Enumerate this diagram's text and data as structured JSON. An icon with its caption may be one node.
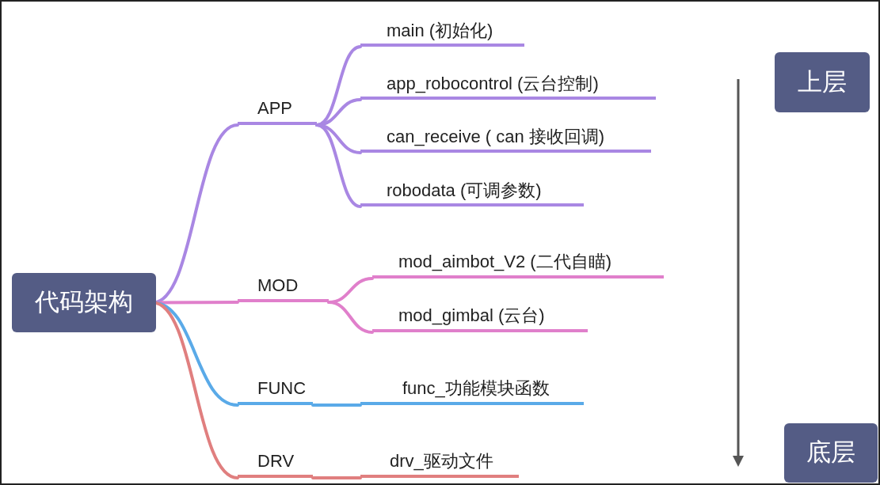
{
  "diagram": {
    "nodes": [
      {
        "text": [
          "代码架构"
        ]
      },
      {
        "text": [
          "APP"
        ]
      },
      {
        "text": [
          "main (初始化)"
        ]
      },
      {
        "text": [
          "app_robocontrol (云台控制)"
        ]
      },
      {
        "text": [
          "can_receive ( can 接收回调)"
        ]
      },
      {
        "text": [
          "robodata (可调参数)"
        ]
      },
      {
        "text": [
          "MOD"
        ]
      },
      {
        "text": [
          "mod_aimbot_V2 (二代自瞄)"
        ]
      },
      {
        "text": [
          "mod_gimbal (云台)"
        ]
      },
      {
        "text": [
          "FUNC"
        ]
      },
      {
        "text": [
          "func_功能模块函数"
        ]
      },
      {
        "text": [
          "DRV"
        ]
      },
      {
        "text": [
          "drv_驱动文件"
        ]
      },
      {
        "text": [
          "上层"
        ]
      },
      {
        "text": [
          "底层"
        ]
      }
    ],
    "edges": [
      {
        "from": 0,
        "to": 1,
        "arrow": "none",
        "color": "#a987e3"
      },
      {
        "from": 1,
        "to": 2,
        "arrow": "none",
        "color": "#a987e3"
      },
      {
        "from": 1,
        "to": 3,
        "arrow": "none",
        "color": "#a987e3"
      },
      {
        "from": 1,
        "to": 4,
        "arrow": "none",
        "color": "#a987e3"
      },
      {
        "from": 1,
        "to": 5,
        "arrow": "none",
        "color": "#a987e3"
      },
      {
        "from": 0,
        "to": 6,
        "arrow": "none",
        "color": "#e07fcb"
      },
      {
        "from": 6,
        "to": 7,
        "arrow": "none",
        "color": "#e07fcb"
      },
      {
        "from": 6,
        "to": 8,
        "arrow": "none",
        "color": "#e07fcb"
      },
      {
        "from": 0,
        "to": 9,
        "arrow": "none",
        "color": "#5aaae8"
      },
      {
        "from": 9,
        "to": 10,
        "arrow": "none",
        "color": "#5aaae8"
      },
      {
        "from": 0,
        "to": 11,
        "arrow": "none",
        "color": "#e07f7f"
      },
      {
        "from": 11,
        "to": 12,
        "arrow": "none",
        "color": "#e07f7f"
      }
    ]
  }
}
